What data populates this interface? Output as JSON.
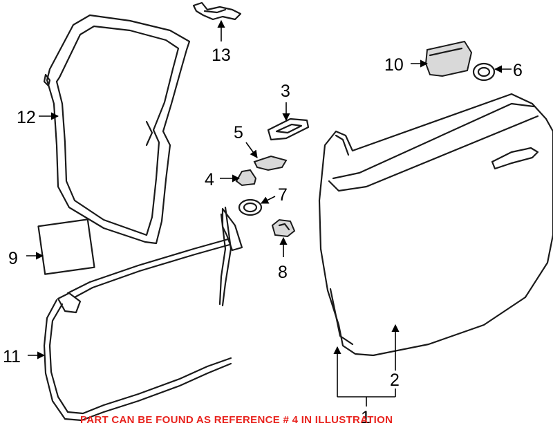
{
  "diagram": {
    "callouts": [
      "1",
      "2",
      "3",
      "4",
      "5",
      "6",
      "7",
      "8",
      "9",
      "10",
      "11",
      "12",
      "13"
    ],
    "notice": "PART CAN BE FOUND AS REFERENCE # 4 IN ILLUSTRATION",
    "colors": {
      "line": "#1a1a1a",
      "shade": "#d9d9d9",
      "notice": "#e8231e",
      "background": "#ffffff"
    }
  }
}
